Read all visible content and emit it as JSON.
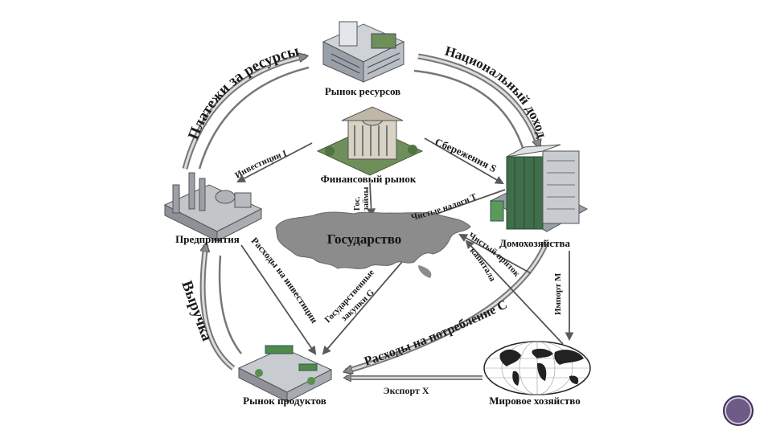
{
  "nodes": {
    "resource_market": "Рынок ресурсов",
    "financial_market": "Финансовый рынок",
    "firms": "Предприятия",
    "households": "Домохозяйства",
    "government": "Государство",
    "product_market": "Рынок продуктов",
    "world_economy": "Мировое хозяйство"
  },
  "flows": {
    "resource_payments": "Платежи за ресурсы",
    "national_income": "Национальный доход",
    "investment": "Инвестиции I",
    "savings": "Сбережения S",
    "gov_loans_1": "Гос.",
    "gov_loans_2": "займы",
    "net_taxes": "Чистые налоги T",
    "revenue": "Выручка",
    "investment_spending": "Расходы на инвестиции",
    "gov_purchases_1": "Государственные",
    "gov_purchases_2": "закупки G",
    "net_capital_inflow_1": "Чистый приток",
    "net_capital_inflow_2": "капитала",
    "import": "Импорт M",
    "consumption": "Расходы на потребление C",
    "export": "Экспорт X"
  },
  "icons": {
    "resource_market": "office-building-icon",
    "financial_market": "classical-building-icon",
    "firms": "factory-icon",
    "households": "apartment-tower-icon",
    "government": "world-map-silhouette-icon",
    "product_market": "shopping-mall-icon",
    "world_economy": "globe-map-icon"
  },
  "colors": {
    "arrow": "#6b6b6b",
    "arrow_light": "#c9c9c9",
    "map_fill": "#8c8c8c",
    "badge": "#6e5a86"
  }
}
